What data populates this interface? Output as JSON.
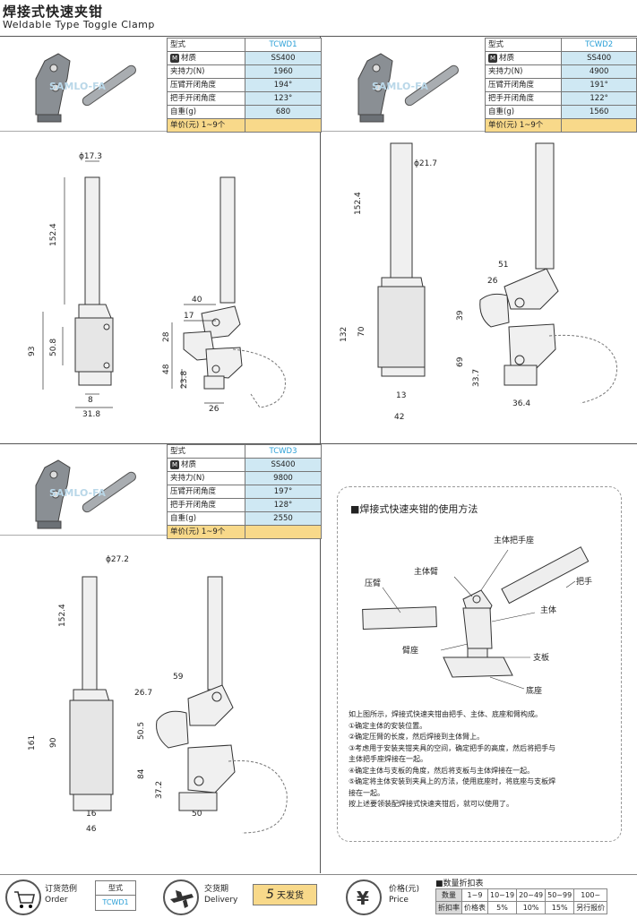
{
  "header": {
    "title_cn": "焊接式快速夹钳",
    "title_en": "Weldable Type Toggle Clamp"
  },
  "products": [
    {
      "watermark": "SAMLO-FA",
      "rows": [
        {
          "k": "型式",
          "v": "TCWD1"
        },
        {
          "k": "材质",
          "v": "SS400"
        },
        {
          "k": "夹持力(N)",
          "v": "1960"
        },
        {
          "k": "压臂开闭角度",
          "v": "194°"
        },
        {
          "k": "把手开闭角度",
          "v": "123°"
        },
        {
          "k": "自重(g)",
          "v": "680"
        },
        {
          "k": "单价(元) 1~9个",
          "v": ""
        }
      ]
    },
    {
      "watermark": "SAMLO-FA",
      "rows": [
        {
          "k": "型式",
          "v": "TCWD2"
        },
        {
          "k": "材质",
          "v": "SS400"
        },
        {
          "k": "夹持力(N)",
          "v": "4900"
        },
        {
          "k": "压臂开闭角度",
          "v": "191°"
        },
        {
          "k": "把手开闭角度",
          "v": "122°"
        },
        {
          "k": "自重(g)",
          "v": "1560"
        },
        {
          "k": "单价(元) 1~9个",
          "v": ""
        }
      ]
    },
    {
      "watermark": "SAMLO-FA",
      "rows": [
        {
          "k": "型式",
          "v": "TCWD3"
        },
        {
          "k": "材质",
          "v": "SS400"
        },
        {
          "k": "夹持力(N)",
          "v": "9800"
        },
        {
          "k": "压臂开闭角度",
          "v": "197°"
        },
        {
          "k": "把手开闭角度",
          "v": "128°"
        },
        {
          "k": "自重(g)",
          "v": "2550"
        },
        {
          "k": "单价(元) 1~9个",
          "v": ""
        }
      ]
    }
  ],
  "dims": {
    "d1": {
      "dia": "ϕ17.3",
      "len": "152.4",
      "h": "93",
      "b": "50.8",
      "w1": "8",
      "w2": "31.8",
      "a": "40",
      "c": "17",
      "e": "28",
      "f": "48",
      "g": "23.8",
      "base": "26"
    },
    "d2": {
      "dia": "ϕ21.7",
      "len": "152.4",
      "h": "132",
      "b": "70",
      "w1": "13",
      "w2": "42",
      "a": "51",
      "c": "26",
      "e": "39",
      "f": "69",
      "g": "33.7",
      "base": "36.4"
    },
    "d3": {
      "dia": "ϕ27.2",
      "len": "152.4",
      "h": "161",
      "b": "90",
      "w1": "16",
      "w2": "46",
      "a": "59",
      "c": "26.7",
      "e": "50.5",
      "f": "84",
      "g": "37.2",
      "base": "50"
    }
  },
  "usage": {
    "title": "■焊接式快速夹钳的使用方法",
    "labels": {
      "seat": "主体把手座",
      "arm_body": "主体臂",
      "press": "压臂",
      "handle": "把手",
      "body": "主体",
      "arm_seat": "臂座",
      "plate": "支板",
      "base": "底座"
    },
    "lines": [
      "如上图所示，焊接式快速夹钳由把手、主体、底座和臂构成。",
      "①确定主体的安装位置。",
      "②确定压臂的长度，然后焊接到主体臂上。",
      "③考虑用于安装夹钳夹具的空间，确定把手的高度，然后将把手与",
      "主体把手座焊接在一起。",
      "④确定主体与支板的角度，然后将支板与主体焊接在一起。",
      "⑤确定将主体安装到夹具上的方法，使用底座时，将底座与支板焊",
      "接在一起。",
      "按上述要领装配焊接式快速夹钳后，就可以使用了。"
    ]
  },
  "footer": {
    "order_cn": "订货范例",
    "order_en": "Order",
    "order_type": "型式",
    "order_value": "TCWD1",
    "delivery_cn": "交货期",
    "delivery_en": "Delivery",
    "days": "5",
    "ship": "天发货",
    "price_cn": "价格(元)",
    "price_en": "Price",
    "discount": {
      "title": "■数量折扣表",
      "qty_label": "数量",
      "rate_label": "折扣率",
      "qty": [
        "1~9",
        "10~19",
        "20~49",
        "50~99",
        "100~"
      ],
      "rate": [
        "价格表",
        "5%",
        "10%",
        "15%",
        "另行报价"
      ]
    }
  }
}
